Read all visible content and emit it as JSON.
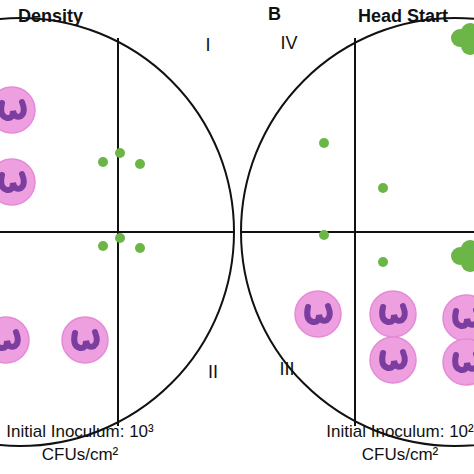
{
  "diagram": {
    "nodes": [
      {
        "text": [
          "Density",
          "I",
          "II",
          "Initial Inoculum: 10³ CFUs/cm²"
        ]
      },
      {
        "text": [
          "Head Start",
          "IV",
          "III",
          "Initial Inoculum: 10² CFUs/cm²"
        ]
      }
    ],
    "labels": [
      "B"
    ]
  }
}
